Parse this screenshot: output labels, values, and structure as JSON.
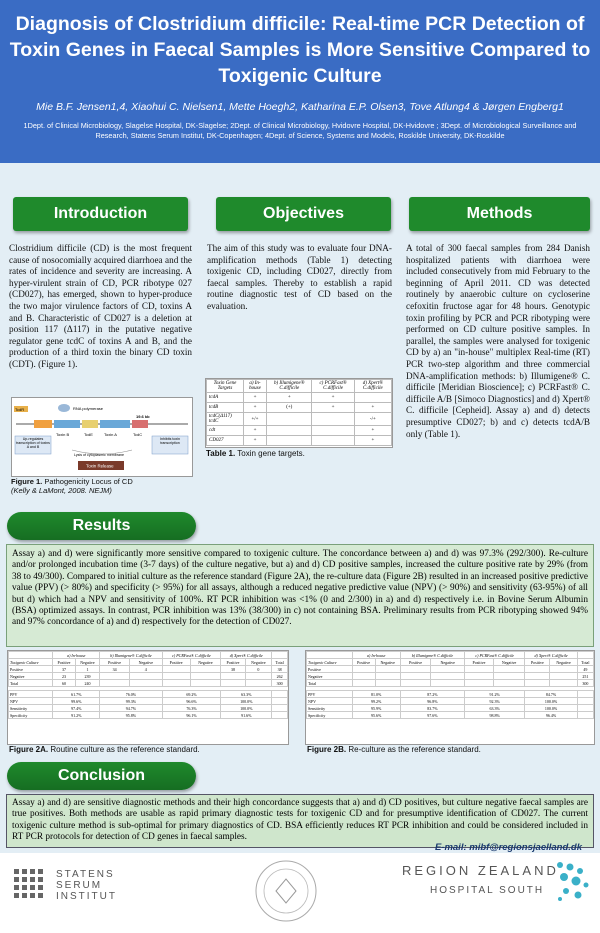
{
  "header": {
    "title": "Diagnosis of Clostridium difficile: Real-time PCR Detection of Toxin Genes in Faecal Samples is More Sensitive Compared to Toxigenic Culture",
    "authors": "Mie B.F. Jensen1,4, Xiaohui C. Nielsen1, Mette Hoegh2, Katharina E.P. Olsen3, Tove Atlung4 & Jørgen Engberg1",
    "affiliations": "1Dept. of Clinical Microbiology, Slagelse Hospital, DK-Slagelse; 2Dept. of Clinical Microbiology, Hvidovre Hospital, DK-Hvidovre ; 3Dept. of Microbiological Surveillance and Research, Statens Serum Institut, DK-Copenhagen; 4Dept. of Science, Systems and Models, Roskilde University, DK-Roskilde"
  },
  "sections": {
    "intro": "Introduction",
    "objectives": "Objectives",
    "methods": "Methods",
    "results": "Results",
    "conclusion": "Conclusion"
  },
  "intro_text": "Clostridium difficile (CD) is the most frequent cause of nosocomially acquired diarrhoea and the rates of incidence and severity are increasing. A hyper-virulent strain of CD, PCR ribotype 027 (CD027), has emerged, shown to hyper-produce the two major virulence factors of CD, toxins A and B. Characteristic of CD027 is a deletion at position 117 (Δ117) in the putative negative regulator gene tcdC of toxins A and B, and the production of a third toxin the binary CD toxin (CDT). (Figure 1).",
  "figure1": {
    "labels": {
      "tcdR": "TcdR",
      "rna_pol": "RNA polymerase",
      "size": "19.6 kb",
      "toxin_a": "Toxin A",
      "toxin_b": "Toxin B",
      "tcde": "TcdE",
      "tcdc": "TcdC",
      "left_box": "Up-regulates transcription of toxins A and B",
      "right_box": "Inhibits toxin transcription",
      "lysis": "Lysis of cytoplasmic membrane",
      "release": "Toxin Release"
    },
    "caption_title": "Figure 1.",
    "caption_text": "Pathogenicity Locus of CD",
    "caption_ref": "(Kelly & LaMont, 2008. NEJM)"
  },
  "objectives_text": "The aim of this study was to evaluate four DNA-amplification methods (Table 1) detecting toxigenic CD, including CD027, directly from faecal samples. Thereby to establish a rapid routine diagnostic test of CD based on the evaluation.",
  "table1": {
    "corner": "Toxin Gene Targets",
    "headers": [
      "a) In-house",
      "b) Illumigene® C.difficile",
      "c) PCRFast® C.difficile",
      "d) Xpert® C.difficile"
    ],
    "rows": [
      {
        "label": "tcdA",
        "cells": [
          "+",
          "+",
          "+",
          ""
        ]
      },
      {
        "label": "tcdB",
        "cells": [
          "+",
          "(+)",
          "+",
          "+"
        ]
      },
      {
        "label": "tcdC(Δ117) tcdC",
        "cells": [
          "+/+",
          "",
          "",
          "-/+"
        ]
      },
      {
        "label": "cdt",
        "cells": [
          "+",
          "",
          "",
          "+"
        ]
      },
      {
        "label": "CD027",
        "cells": [
          "+",
          "",
          "",
          "+"
        ]
      }
    ],
    "caption_title": "Table 1.",
    "caption_text": "Toxin gene targets."
  },
  "methods_text": "A total of 300 faecal samples from 284 Danish hospitalized patients with diarrhoea were included consecutively from mid February to the beginning of April 2011. CD was detected routinely by anaerobic culture on cycloserine cefoxitin fructose agar for 48 hours. Genotypic toxin profiling by PCR and PCR ribotyping were performed on CD culture positive samples. In parallel, the samples were analysed for toxigenic CD by a) an \"in-house\" multiplex Real-time (RT) PCR two-step algorithm and three commercial DNA-amplification methods: b) Illumigene® C. difficile [Meridian Bioscience]; c) PCRFast® C. difficile A/B [Simoco Diagnostics] and d) Xpert® C. difficile [Cepheid]. Assay a) and d) detects presumptive CD027; b) and c) detects tcdA/B only (Table 1).",
  "results_text": "Assay a) and d) were significantly more sensitive compared to toxigenic culture. The concordance between a) and d) was 97.3% (292/300). Re-culture and/or prolonged incubation time (3-7 days) of the culture negative, but a) and d) CD positive samples, increased the culture positive rate by 29% (from 38 to 49/300). Compared to initial culture as the reference standard (Figure 2A), the re-culture data (Figure 2B) resulted in an increased positive predictive value (PPV) (> 80%) and specificity (> 95%) for all assays, although a reduced negative predictive value (NPV) (> 90%) and sensitivity (63-95%) of all but d) which had a NPV and sensitivity of 100%. RT PCR inhibition was <1% (0 and 2/300) in a) and d) respectively i.e. in Bovine Serum Albumin (BSA) optimized assays. In contrast, PCR inhibition was 13% (38/300) in c) not containing BSA. Preliminary results from PCR ribotyping showed 94% and 97% concordance of a) and d) respectively for the detection of CD027.",
  "fig2a": {
    "caption_title": "Figure 2A.",
    "caption_text": "Routine culture as the reference standard.",
    "methods": [
      "a) In-house",
      "b) Illumigene® C.difficile",
      "c) PCRFast® C.difficile",
      "d) Xpert® C.difficile"
    ],
    "sub": [
      "Positive",
      "Negative"
    ],
    "corner": "Toxigenic Culture",
    "rows": [
      {
        "label": "Positive",
        "cells": [
          "37",
          "1",
          "34",
          "4",
          "",
          "",
          "38",
          "0",
          ""
        ],
        "total": "38"
      },
      {
        "label": "Negative",
        "cells": [
          "23",
          "239",
          "",
          "",
          "",
          "",
          "",
          "",
          ""
        ],
        "total": "262"
      },
      {
        "label": "Total",
        "cells": [
          "60",
          "240",
          "",
          "",
          "",
          "",
          "",
          "",
          ""
        ],
        "total": "300"
      }
    ],
    "stats": [
      {
        "label": "PPV",
        "vals": [
          "61.7%",
          "76.0%",
          "69.2%",
          "63.3%"
        ]
      },
      {
        "label": "NPV",
        "vals": [
          "99.6%",
          "99.3%",
          "96.6%",
          "100.0%"
        ]
      },
      {
        "label": "Sensitivity",
        "vals": [
          "97.4%",
          "94.7%",
          "76.3%",
          "100.0%"
        ]
      },
      {
        "label": "Specificity",
        "vals": [
          "91.2%",
          "95.8%",
          "96.1%",
          "91.6%"
        ]
      }
    ]
  },
  "fig2b": {
    "caption_title": "Figure 2B.",
    "caption_text": "Re-culture as the reference standard.",
    "methods": [
      "a) In-house",
      "b) Illumigene® C.difficile",
      "c) PCRFast® C.difficile",
      "d) Xpert® C.difficile"
    ],
    "sub": [
      "Positive",
      "Negative"
    ],
    "corner": "Toxigenic Culture",
    "rows": [
      {
        "label": "Positive",
        "cells": [
          "",
          "",
          "",
          "",
          "",
          "",
          "",
          "",
          ""
        ],
        "total": "49"
      },
      {
        "label": "Negative",
        "cells": [
          "",
          "",
          "",
          "",
          "",
          "",
          "",
          "",
          ""
        ],
        "total": "251"
      },
      {
        "label": "Total",
        "cells": [
          "",
          "",
          "",
          "",
          "",
          "",
          "",
          "",
          ""
        ],
        "total": "300"
      }
    ],
    "stats": [
      {
        "label": "PPV",
        "vals": [
          "81.0%",
          "87.2%",
          "91.2%",
          "84.7%"
        ]
      },
      {
        "label": "NPV",
        "vals": [
          "99.2%",
          "96.8%",
          "92.3%",
          "100.0%"
        ]
      },
      {
        "label": "Sensitivity",
        "vals": [
          "95.9%",
          "83.7%",
          "63.3%",
          "100.0%"
        ]
      },
      {
        "label": "Specificity",
        "vals": [
          "95.6%",
          "97.6%",
          "98.8%",
          "96.4%"
        ]
      }
    ]
  },
  "conclusion_text": "Assay a) and d) are sensitive diagnostic methods and their high concordance suggests that a) and d) CD positives, but culture negative faecal samples are true positives. Both methods are usable as rapid primary diagnostic tests for toxigenic CD and for presumptive identification of CD027. The current toxigenic culture method is sub-optimal for primary diagnostics of CD. BSA efficiently reduces RT PCR inhibition and could be considered included in RT PCR protocols for detection of CD genes in faecal samples.",
  "email": "E-mail: mibf@regionsjaelland.dk",
  "logos": {
    "ssi_1": "STATENS",
    "ssi_2": "SERUM",
    "ssi_3": "INSTITUT",
    "rz_1": "REGION ZEALAND",
    "rz_2": "HOSPITAL SOUTH"
  },
  "colors": {
    "header_bg": "#3a6cc4",
    "section_green": "#1f8a2c",
    "page_bg": "#e3eef5"
  }
}
